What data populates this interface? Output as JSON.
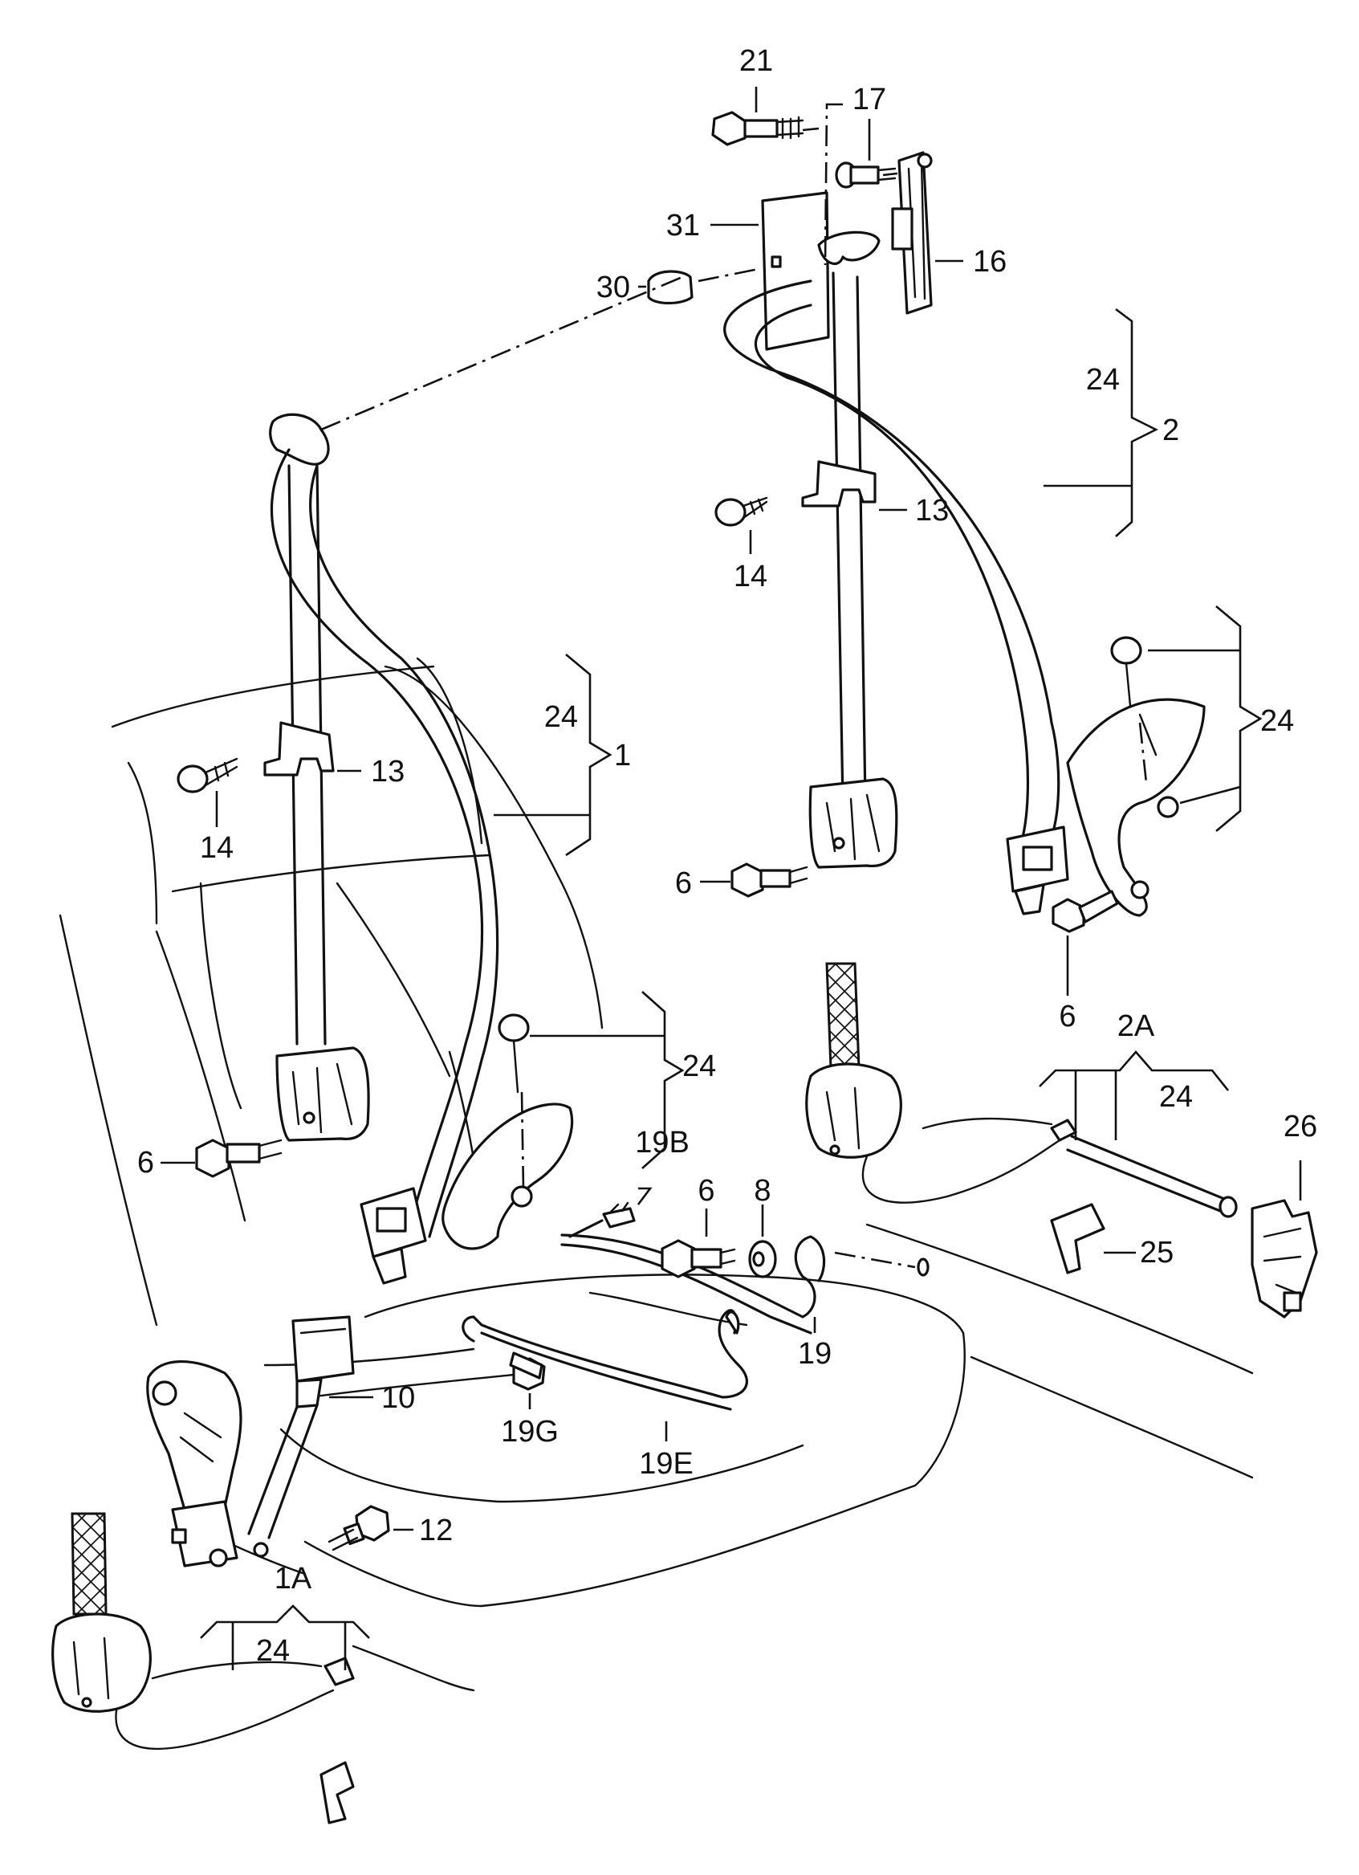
{
  "callouts": {
    "c21": "21",
    "c17": "17",
    "c31": "31",
    "c30": "30",
    "c16": "16",
    "c24_rt": "24",
    "c2": "2",
    "c13_r": "13",
    "c14_r": "14",
    "c24_r_anchor": "24",
    "c6_r1": "6",
    "c6_r2": "6",
    "c24_l": "24",
    "c1": "1",
    "c13_l": "13",
    "c14_l": "14",
    "c24_l_anchor": "24",
    "c6_l": "6",
    "c19B": "19B",
    "c6_m": "6",
    "c8": "8",
    "c19": "19",
    "c10": "10",
    "c19G": "19G",
    "c19E": "19E",
    "c12": "12",
    "c2A": "2A",
    "c24_2A": "24",
    "c26": "26",
    "c25": "25",
    "c1A": "1A",
    "c24_1A": "24"
  }
}
